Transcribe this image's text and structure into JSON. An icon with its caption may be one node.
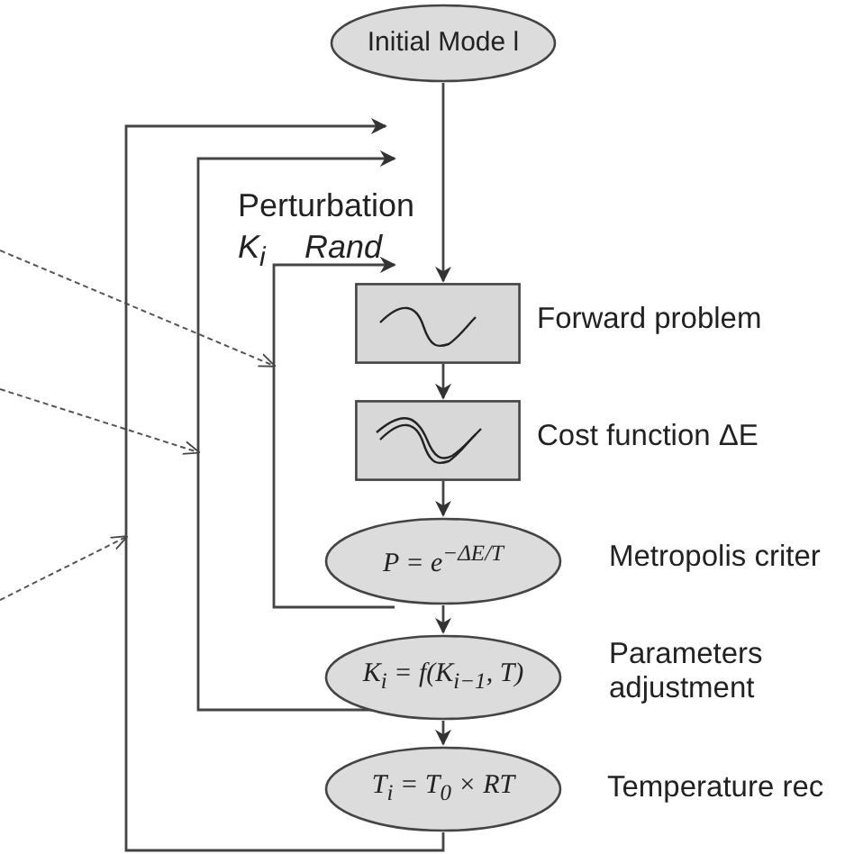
{
  "diagram": {
    "nodes": [
      {
        "text": [
          "Initial Mode l"
        ]
      },
      {
        "text": [],
        "shape": "box",
        "beside": [
          "Forward problem"
        ]
      },
      {
        "text": [],
        "shape": "box",
        "beside": [
          "Cost function ΔE"
        ]
      },
      {
        "text": [
          "P = e$^{−ΔE/T}$"
        ],
        "beside": [
          "Metropolis criter"
        ]
      },
      {
        "text": [
          "K$_{i}$ = f(K$_{i−1}$, T)"
        ],
        "beside": [
          "Parameters adjustment"
        ]
      },
      {
        "text": [
          "T$_{i}$ = T$_{0}$ × RT"
        ],
        "beside": [
          "Temperature rec"
        ]
      }
    ],
    "edges": [
      {
        "from": 0,
        "to": 1,
        "arrow": "to"
      },
      {
        "from": 1,
        "to": 2,
        "arrow": "to"
      },
      {
        "from": 2,
        "to": 3,
        "arrow": "to"
      },
      {
        "from": 3,
        "to": 4,
        "arrow": "to"
      },
      {
        "from": 4,
        "to": 5,
        "arrow": "to"
      },
      {
        "from": 3,
        "to": 1,
        "arrow": "to"
      },
      {
        "from": 4,
        "to": null,
        "arrow": "to"
      },
      {
        "from": 5,
        "to": null,
        "arrow": "to"
      }
    ],
    "labels": [
      "Perturbation",
      "K$_{i}$",
      "Rand"
    ]
  }
}
